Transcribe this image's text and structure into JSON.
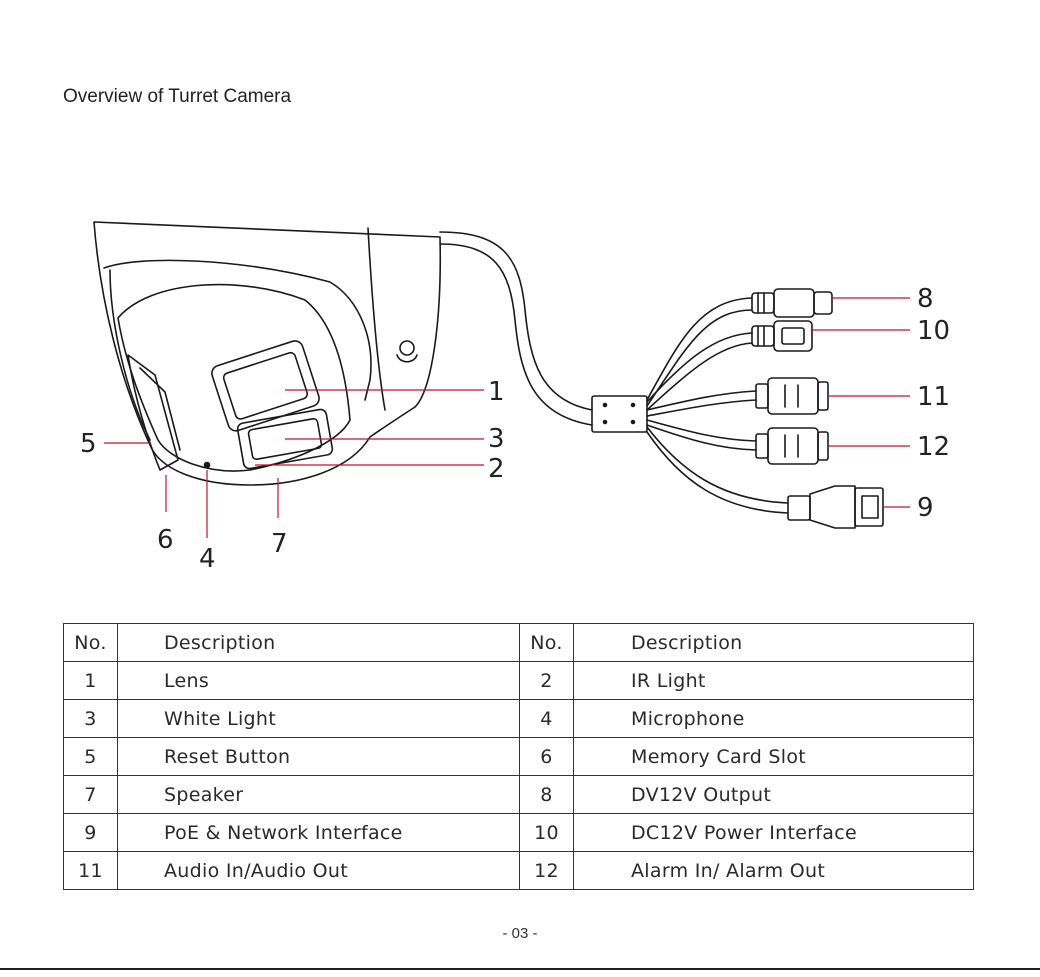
{
  "page": {
    "title": "Overview of Turret Camera",
    "page_number": "- 03 -"
  },
  "callouts": [
    "1",
    "2",
    "3",
    "4",
    "5",
    "6",
    "7",
    "8",
    "9",
    "10",
    "11",
    "12"
  ],
  "table": {
    "headers": [
      "No.",
      "Description",
      "No.",
      "Description"
    ],
    "rows": [
      [
        "1",
        "Lens",
        "2",
        "IR Light"
      ],
      [
        "3",
        "White Light",
        "4",
        "Microphone"
      ],
      [
        "5",
        "Reset Button",
        "6",
        "Memory Card Slot"
      ],
      [
        "7",
        "Speaker",
        "8",
        "DV12V Output"
      ],
      [
        "9",
        "PoE & Network Interface",
        "10",
        "DC12V Power Interface"
      ],
      [
        "11",
        "Audio In/Audio Out",
        "12",
        "Alarm In/ Alarm Out"
      ]
    ]
  },
  "colors": {
    "leader_line": "#c8102e",
    "outline": "#1a1a1a"
  }
}
